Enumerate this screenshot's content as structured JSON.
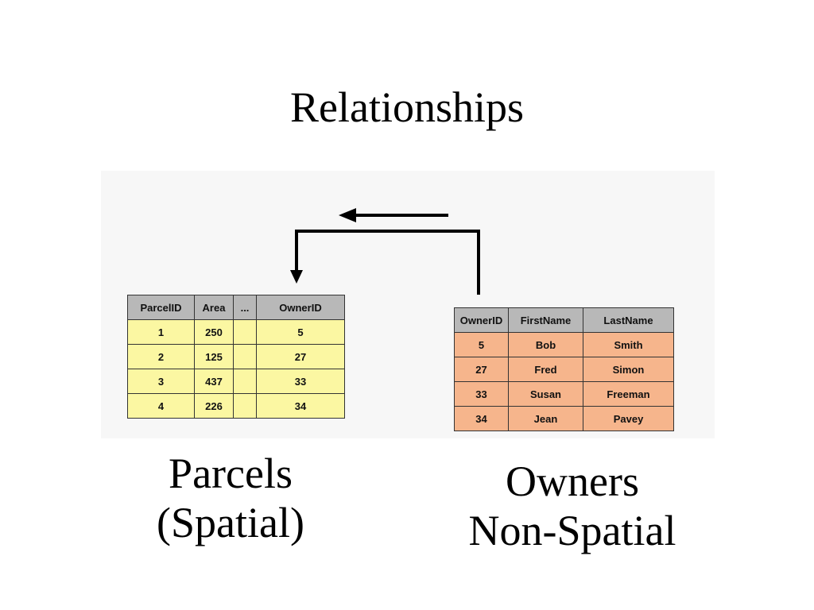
{
  "title": "Relationships",
  "parcels_table": {
    "headers": [
      "ParcelID",
      "Area",
      "...",
      "OwnerID"
    ],
    "rows": [
      [
        "1",
        "250",
        "",
        "5"
      ],
      [
        "2",
        "125",
        "",
        "27"
      ],
      [
        "3",
        "437",
        "",
        "33"
      ],
      [
        "4",
        "226",
        "",
        "34"
      ]
    ],
    "header_color": "#b8b8b8",
    "cell_color": "#fbf7a2"
  },
  "owners_table": {
    "headers": [
      "OwnerID",
      "FirstName",
      "LastName"
    ],
    "rows": [
      [
        "5",
        "Bob",
        "Smith"
      ],
      [
        "27",
        "Fred",
        "Simon"
      ],
      [
        "33",
        "Susan",
        "Freeman"
      ],
      [
        "34",
        "Jean",
        "Pavey"
      ]
    ],
    "header_color": "#b8b8b8",
    "cell_color": "#f6b58c"
  },
  "captions": {
    "parcels_line1": "Parcels",
    "parcels_line2": "(Spatial)",
    "owners_line1": "Owners",
    "owners_line2": "Non-Spatial"
  }
}
